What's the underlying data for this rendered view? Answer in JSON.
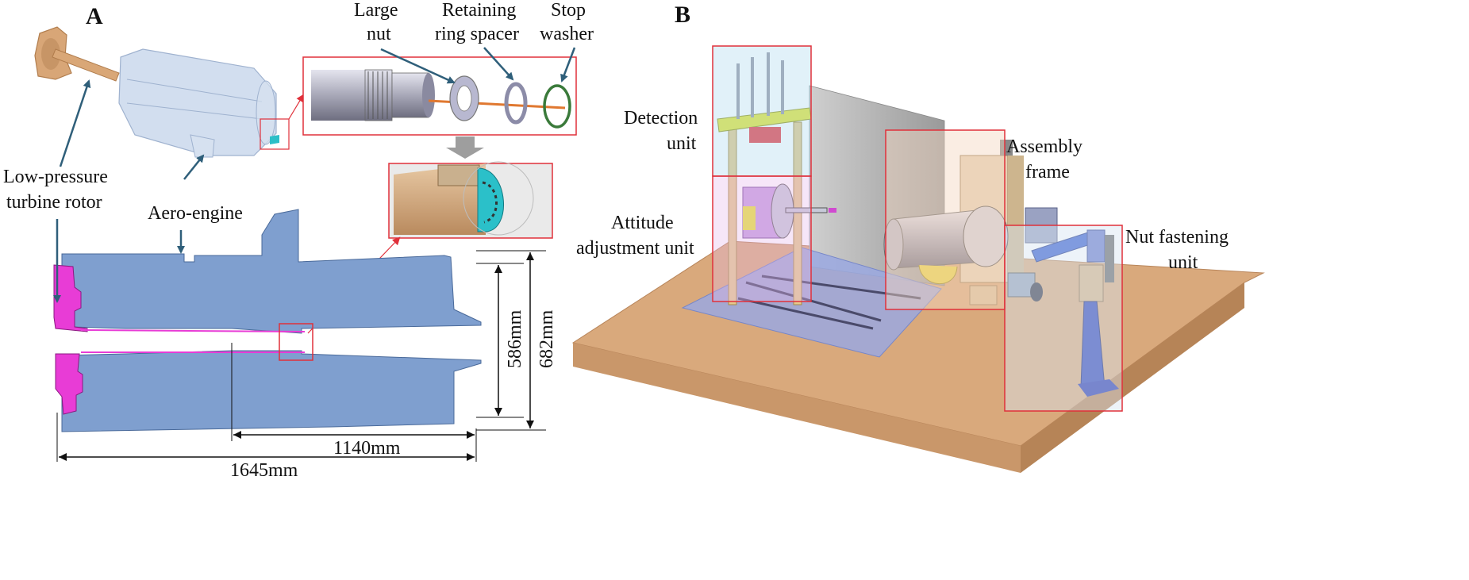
{
  "panel_a": {
    "letter": "A",
    "labels": {
      "large_nut": [
        "Large",
        "nut"
      ],
      "retaining_ring_spacer": [
        "Retaining",
        "ring spacer"
      ],
      "stop_washer": [
        "Stop",
        "washer"
      ],
      "lpt_rotor": [
        "Low-pressure",
        "turbine rotor"
      ],
      "aero_engine": "Aero-engine"
    },
    "dimensions": {
      "d586": "586mm",
      "d682": "682mm",
      "d1140": "1140mm",
      "d1645": "1645mm"
    }
  },
  "panel_b": {
    "letter": "B",
    "labels": {
      "detection_unit": [
        "Detection",
        "unit"
      ],
      "attitude_unit": [
        "Attitude",
        "adjustment unit"
      ],
      "assembly_frame": [
        "Assembly",
        "frame"
      ],
      "nut_fastening_unit": [
        "Nut fastening",
        "unit"
      ]
    }
  },
  "colors": {
    "engine_body": "#7f9fcf",
    "rotor_magenta": "#e83cd6",
    "highlight_red": "#e0303a",
    "arrow_teal": "#2f5f7a",
    "table_wood": "#d9a97c",
    "rail_blue": "#6d8fd8"
  }
}
